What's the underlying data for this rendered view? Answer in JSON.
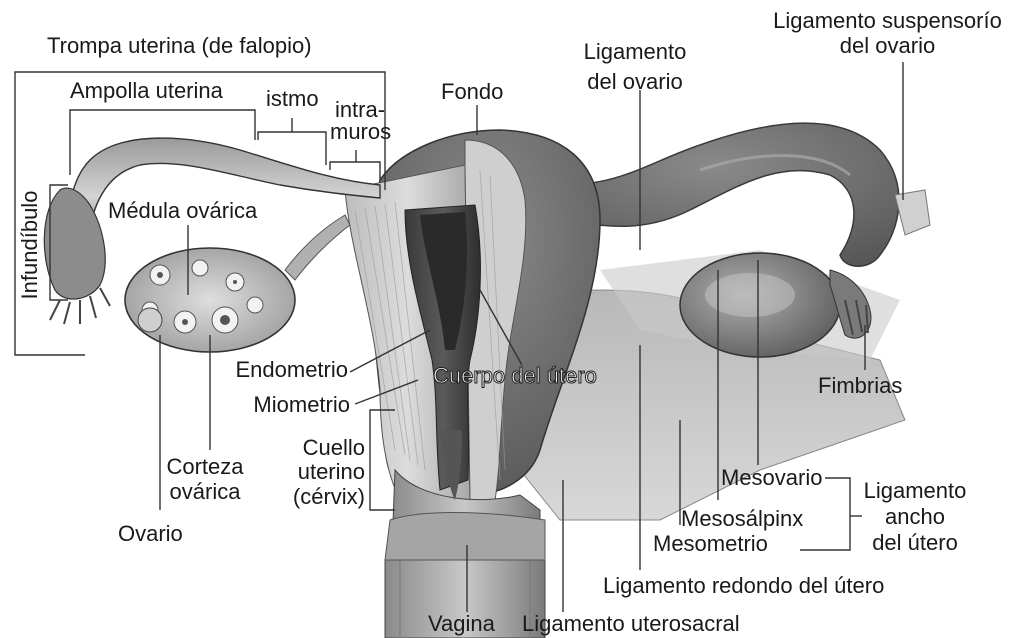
{
  "labels": {
    "trompa": "Trompa uterina (de falopio)",
    "ampolla": "Ampolla uterina",
    "istmo": "istmo",
    "intramuros_1": "intra-",
    "intramuros_2": "muros",
    "fondo": "Fondo",
    "ligamento_ovario_1": "Ligamento",
    "ligamento_ovario_2": "del ovario",
    "lig_suspensorio_1": "Ligamento suspensorío",
    "lig_suspensorio_2": "del ovario",
    "infundibulo": "Infundíbulo",
    "medula": "Médula ovárica",
    "endometrio": "Endometrio",
    "miometrio": "Miometrio",
    "cuerpo": "Cuerpo del útero",
    "fimbrias": "Fimbrias",
    "cuello_1": "Cuello",
    "cuello_2": "uterino",
    "cuello_3": "(cérvix)",
    "corteza_1": "Corteza",
    "corteza_2": "ovárica",
    "ovario": "Ovario",
    "mesovario": "Mesovario",
    "mesosalpinx": "Mesosálpinx",
    "mesometrio": "Mesometrio",
    "lig_ancho_1": "Ligamento",
    "lig_ancho_2": "ancho",
    "lig_ancho_3": "del útero",
    "lig_redondo": "Ligamento redondo del útero",
    "vagina": "Vagina",
    "lig_uterosacral": "Ligamento uterosacral"
  }
}
